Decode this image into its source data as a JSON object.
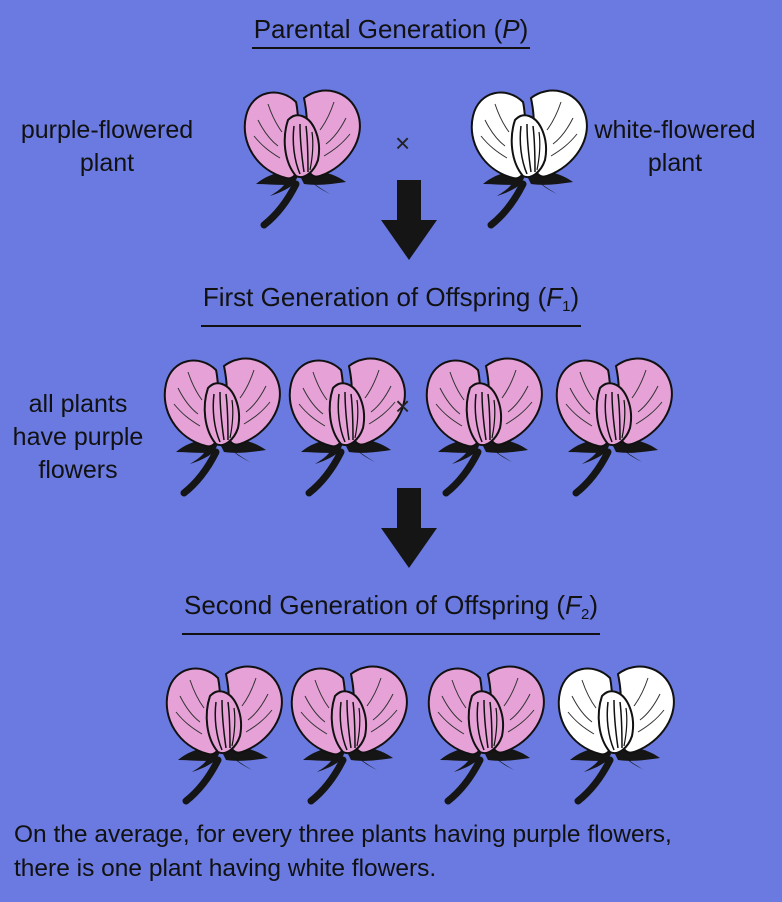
{
  "colors": {
    "background": "#6a7ae0",
    "purple_petal": "#e6a2d7",
    "white_petal": "#ffffff",
    "stem": "#151515"
  },
  "parental": {
    "heading_prefix": "Parental Generation (",
    "heading_var": "P",
    "heading_suffix": ")",
    "left_label_line1": "purple-flowered",
    "left_label_line2": "plant",
    "right_label_line1": "white-flowered",
    "right_label_line2": "plant",
    "cross_symbol": "×",
    "flowers": [
      "purple",
      "white"
    ]
  },
  "f1": {
    "heading_prefix": "First Generation of Offspring (",
    "heading_var": "F",
    "heading_sub": "1",
    "heading_suffix": ")",
    "label_line1": "all plants",
    "label_line2": "have purple",
    "label_line3": "flowers",
    "cross_symbol": "×",
    "flowers": [
      "purple",
      "purple",
      "purple",
      "purple"
    ]
  },
  "f2": {
    "heading_prefix": "Second Generation of Offspring (",
    "heading_var": "F",
    "heading_sub": "2",
    "heading_suffix": ")",
    "flowers": [
      "purple",
      "purple",
      "purple",
      "white"
    ]
  },
  "caption": {
    "line1": "On the average, for every three plants having purple flowers,",
    "line2": "there is one plant having white flowers."
  },
  "icons": {
    "flower": "pea-flower-icon",
    "arrow": "down-arrow-icon"
  }
}
